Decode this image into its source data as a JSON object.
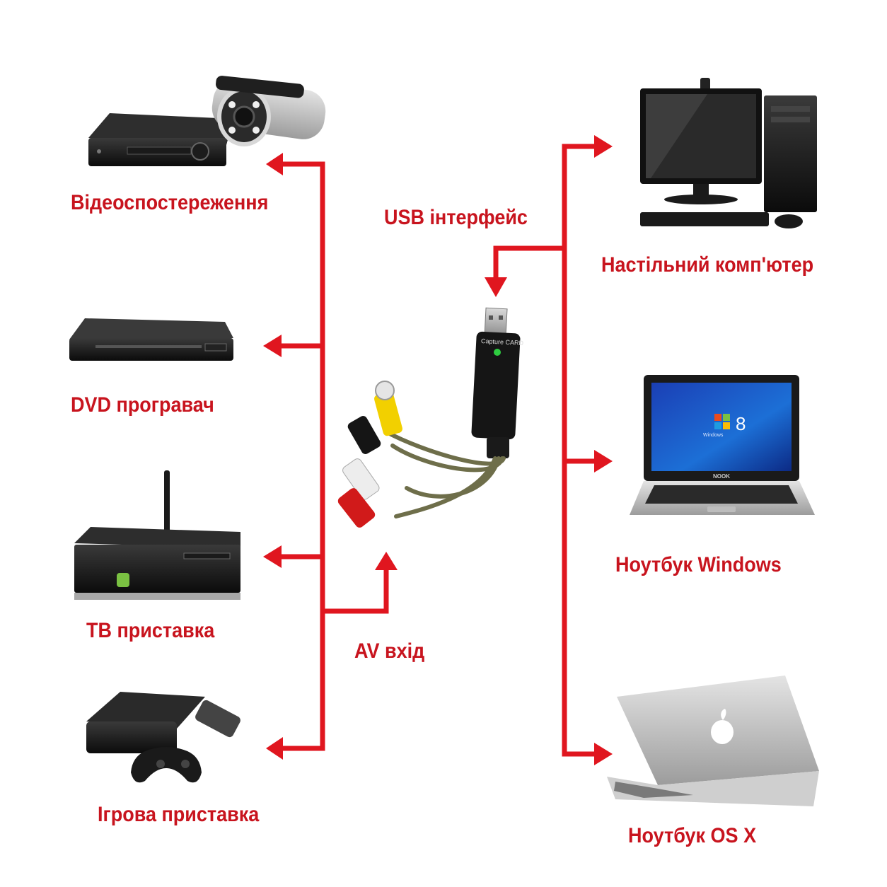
{
  "colors": {
    "arrow": "#e0161f",
    "label": "#c8141e"
  },
  "labels": {
    "cctv": "Відеоспостереження",
    "dvd": "DVD програвач",
    "tv_box": "ТВ приставка",
    "game": "Ігрова приставка",
    "av_in": "AV вхід",
    "usb": "USB інтерфейс",
    "desktop": "Настільний комп'ютер",
    "win_laptop": "Ноутбук Windows",
    "mac_laptop": "Ноутбук OS X"
  },
  "device_text": {
    "capture_card": "Capture CARD",
    "win_version": "8",
    "win_word": "Windows",
    "laptop_brand": "NOOK"
  },
  "icons": [
    "dvr-icon",
    "cctv-camera-icon",
    "dvd-player-icon",
    "tv-box-icon",
    "game-console-icon",
    "usb-capture-card-icon",
    "desktop-computer-icon",
    "windows-laptop-icon",
    "macbook-icon"
  ]
}
